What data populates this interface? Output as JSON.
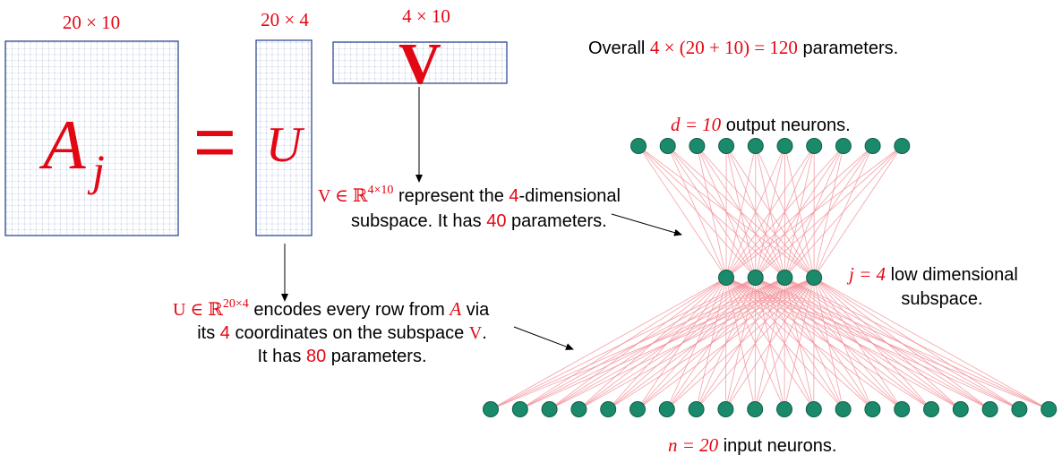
{
  "matrices": {
    "A": {
      "dim_label": "20 × 10",
      "symbol": "A",
      "subscript": "j",
      "rows": 20,
      "cols": 10
    },
    "equals": "=",
    "U": {
      "dim_label": "20 × 4",
      "symbol": "U",
      "rows": 20,
      "cols": 4
    },
    "V": {
      "dim_label": "4 × 10",
      "symbol": "V",
      "rows": 4,
      "cols": 10
    }
  },
  "overall": {
    "prefix": "Overall ",
    "formula": "4 × (20 + 10) = 120",
    "suffix": " parameters."
  },
  "v_note": {
    "sym": "V ∈ ℝ",
    "sup": "4×10",
    "text1": " represent the ",
    "num": "4",
    "text2": "-dimensional",
    "line2a": "subspace. It has ",
    "line2num": "40",
    "line2b": " parameters."
  },
  "u_note": {
    "sym": "U ∈ ℝ",
    "sup": "20×4",
    "text1": " encodes every row from ",
    "avar": "A",
    "text2": " via",
    "line2a": "its ",
    "line2num": "4",
    "line2b": " coordinates on the subspace ",
    "line2v": "V",
    "line2c": ".",
    "line3a": "It has ",
    "line3num": "80",
    "line3b": " parameters."
  },
  "network": {
    "output_label": {
      "var": "d = 10",
      "text": " output neurons."
    },
    "hidden_label": {
      "var": "j = 4",
      "text1": " low dimensional",
      "text2": "subspace."
    },
    "input_label": {
      "var": "n = 20",
      "text": " input neurons."
    },
    "layers": [
      10,
      4,
      20
    ],
    "colors": {
      "node": "#1b8a6b",
      "edge": "#f28c95",
      "accent": "#e30613",
      "grid": "#1f3e8c"
    }
  }
}
